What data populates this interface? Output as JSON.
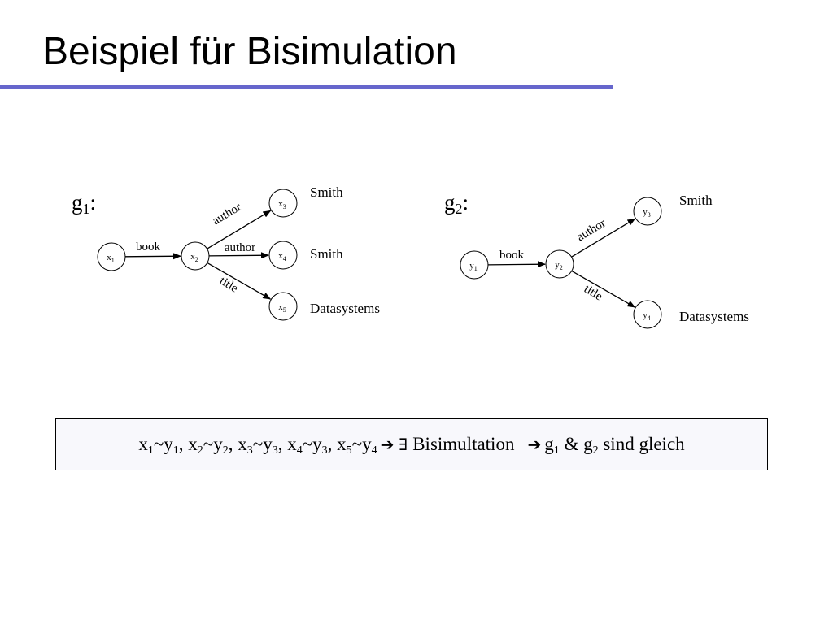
{
  "title": "Beispiel für Bisimulation",
  "colors": {
    "accent_rule": "#6666cc",
    "box_fill": "#f8f8fc"
  },
  "graphs": [
    {
      "label_letter": "g",
      "label_sub": "1",
      "label_suffix": ":",
      "nodes": [
        {
          "id": "x1",
          "letter": "x",
          "sub": "1"
        },
        {
          "id": "x2",
          "letter": "x",
          "sub": "2"
        },
        {
          "id": "x3",
          "letter": "x",
          "sub": "3"
        },
        {
          "id": "x4",
          "letter": "x",
          "sub": "4"
        },
        {
          "id": "x5",
          "letter": "x",
          "sub": "5"
        }
      ],
      "edges": [
        {
          "from": "x1",
          "to": "x2",
          "label": "book"
        },
        {
          "from": "x2",
          "to": "x3",
          "label": "author"
        },
        {
          "from": "x2",
          "to": "x4",
          "label": "author"
        },
        {
          "from": "x2",
          "to": "x5",
          "label": "title"
        }
      ],
      "values": [
        {
          "node": "x3",
          "text": "Smith"
        },
        {
          "node": "x4",
          "text": "Smith"
        },
        {
          "node": "x5",
          "text": "Datasystems"
        }
      ]
    },
    {
      "label_letter": "g",
      "label_sub": "2",
      "label_suffix": ":",
      "nodes": [
        {
          "id": "y1",
          "letter": "y",
          "sub": "1"
        },
        {
          "id": "y2",
          "letter": "y",
          "sub": "2"
        },
        {
          "id": "y3",
          "letter": "y",
          "sub": "3"
        },
        {
          "id": "y4",
          "letter": "y",
          "sub": "4"
        }
      ],
      "edges": [
        {
          "from": "y1",
          "to": "y2",
          "label": "book"
        },
        {
          "from": "y2",
          "to": "y3",
          "label": "author"
        },
        {
          "from": "y2",
          "to": "y4",
          "label": "title"
        }
      ],
      "values": [
        {
          "node": "y3",
          "text": "Smith"
        },
        {
          "node": "y4",
          "text": "Datasystems"
        }
      ]
    }
  ],
  "conclusion": {
    "pairs": [
      {
        "a": "x",
        "a_sub": "1",
        "b": "y",
        "b_sub": "1"
      },
      {
        "a": "x",
        "a_sub": "2",
        "b": "y",
        "b_sub": "2"
      },
      {
        "a": "x",
        "a_sub": "3",
        "b": "y",
        "b_sub": "3"
      },
      {
        "a": "x",
        "a_sub": "4",
        "b": "y",
        "b_sub": "3"
      },
      {
        "a": "x",
        "a_sub": "5",
        "b": "y",
        "b_sub": "4"
      }
    ],
    "tilde": "~",
    "separator": ", ",
    "arrow": "➔",
    "exists": "∃",
    "bisim_text": "Bisimultation",
    "result_g": "g",
    "result_sub1": "1",
    "result_amp": " & ",
    "result_sub2": "2",
    "result_tail": " sind gleich"
  }
}
